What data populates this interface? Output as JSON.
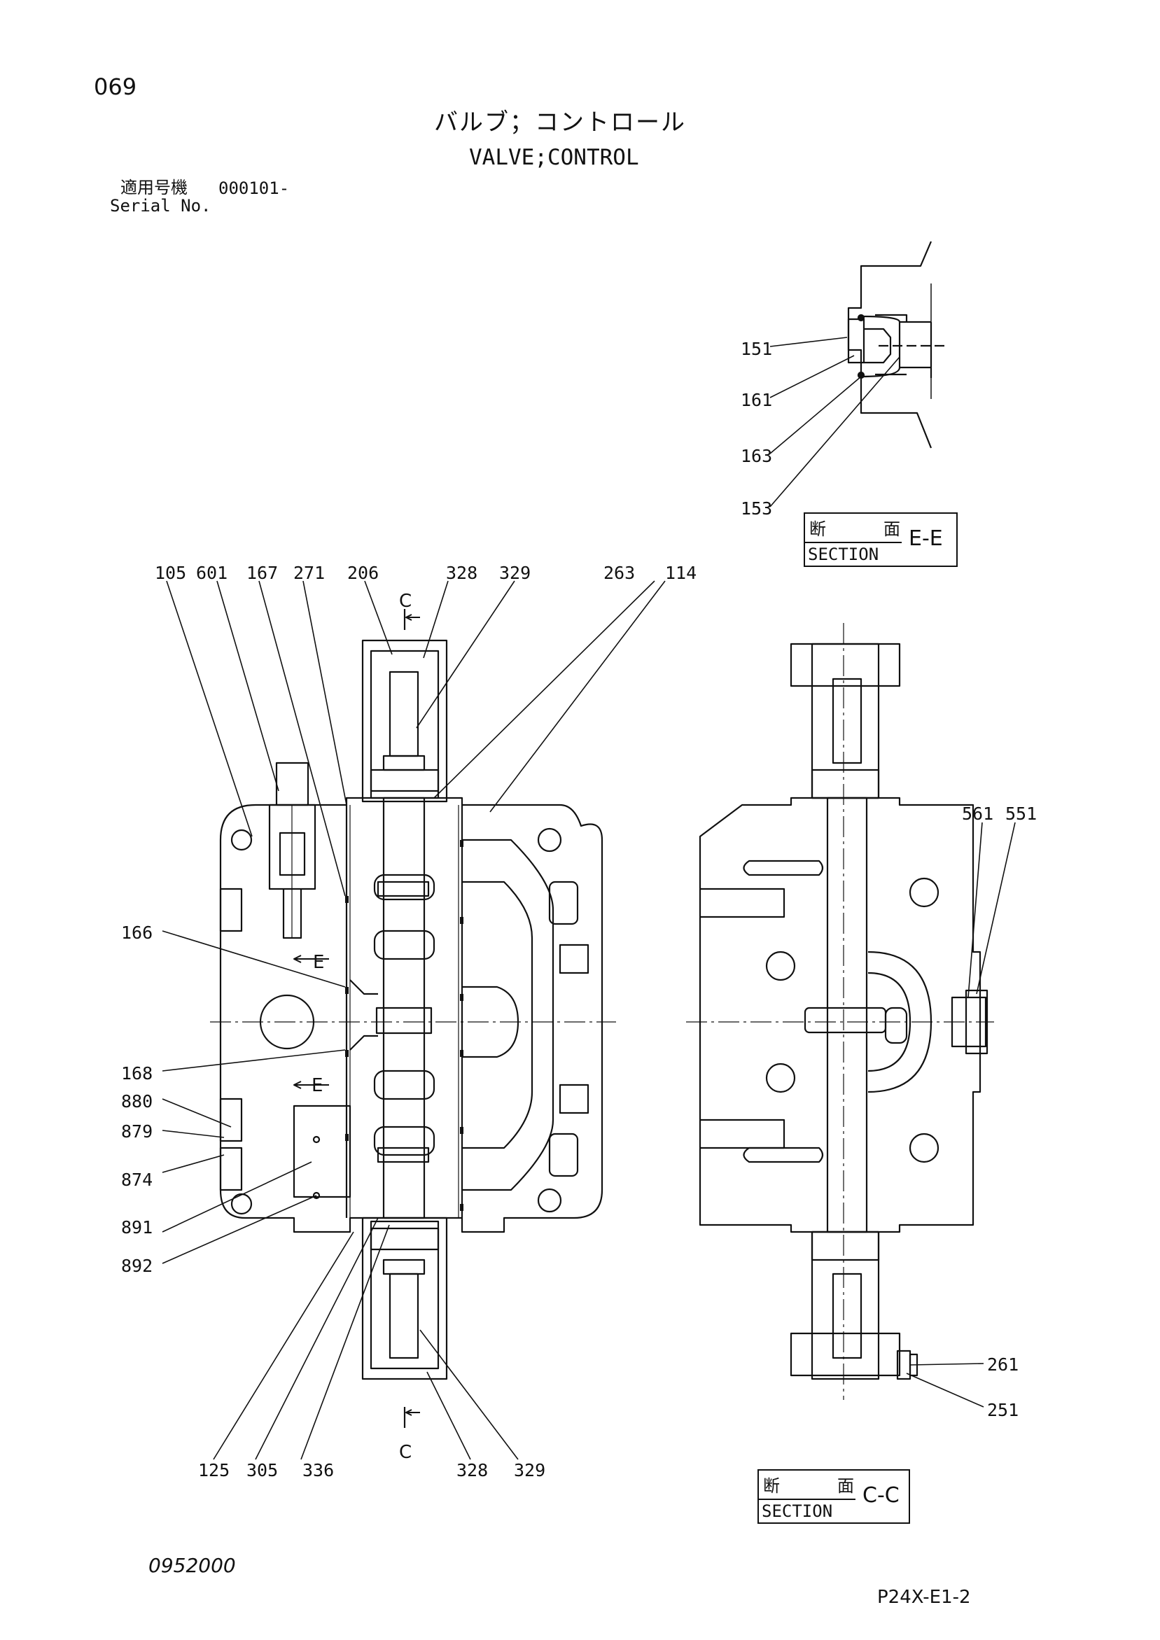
{
  "header": {
    "page_number": "069",
    "title_jp": "バルブ；コントロール",
    "title_en": "VALVE;CONTROL",
    "serial_label_jp": "適用号機",
    "serial_value": "000101-",
    "serial_label_en": "Serial No."
  },
  "footer": {
    "document_number": "0952000",
    "sheet_code": "P24X-E1-2"
  },
  "section_ee": {
    "label_jp_1": "断",
    "label_jp_2": "面",
    "label_en": "SECTION",
    "id": "E-E"
  },
  "section_cc": {
    "label_jp_1": "断",
    "label_jp_2": "面",
    "label_en": "SECTION",
    "id": "C-C"
  },
  "section_markers": {
    "c_top": "C",
    "c_bottom": "C",
    "e_upper": "E",
    "e_lower": "E"
  },
  "callouts": {
    "p105": "105",
    "p601": "601",
    "p167": "167",
    "p271": "271",
    "p206": "206",
    "p328_top": "328",
    "p329_top": "329",
    "p263": "263",
    "p114": "114",
    "p151": "151",
    "p161": "161",
    "p163": "163",
    "p153": "153",
    "p166": "166",
    "p168": "168",
    "p880": "880",
    "p879": "879",
    "p874": "874",
    "p891": "891",
    "p892": "892",
    "p125": "125",
    "p305": "305",
    "p336": "336",
    "p328_bottom": "328",
    "p329_bottom": "329",
    "p561": "561",
    "p551": "551",
    "p261": "261",
    "p251": "251"
  }
}
